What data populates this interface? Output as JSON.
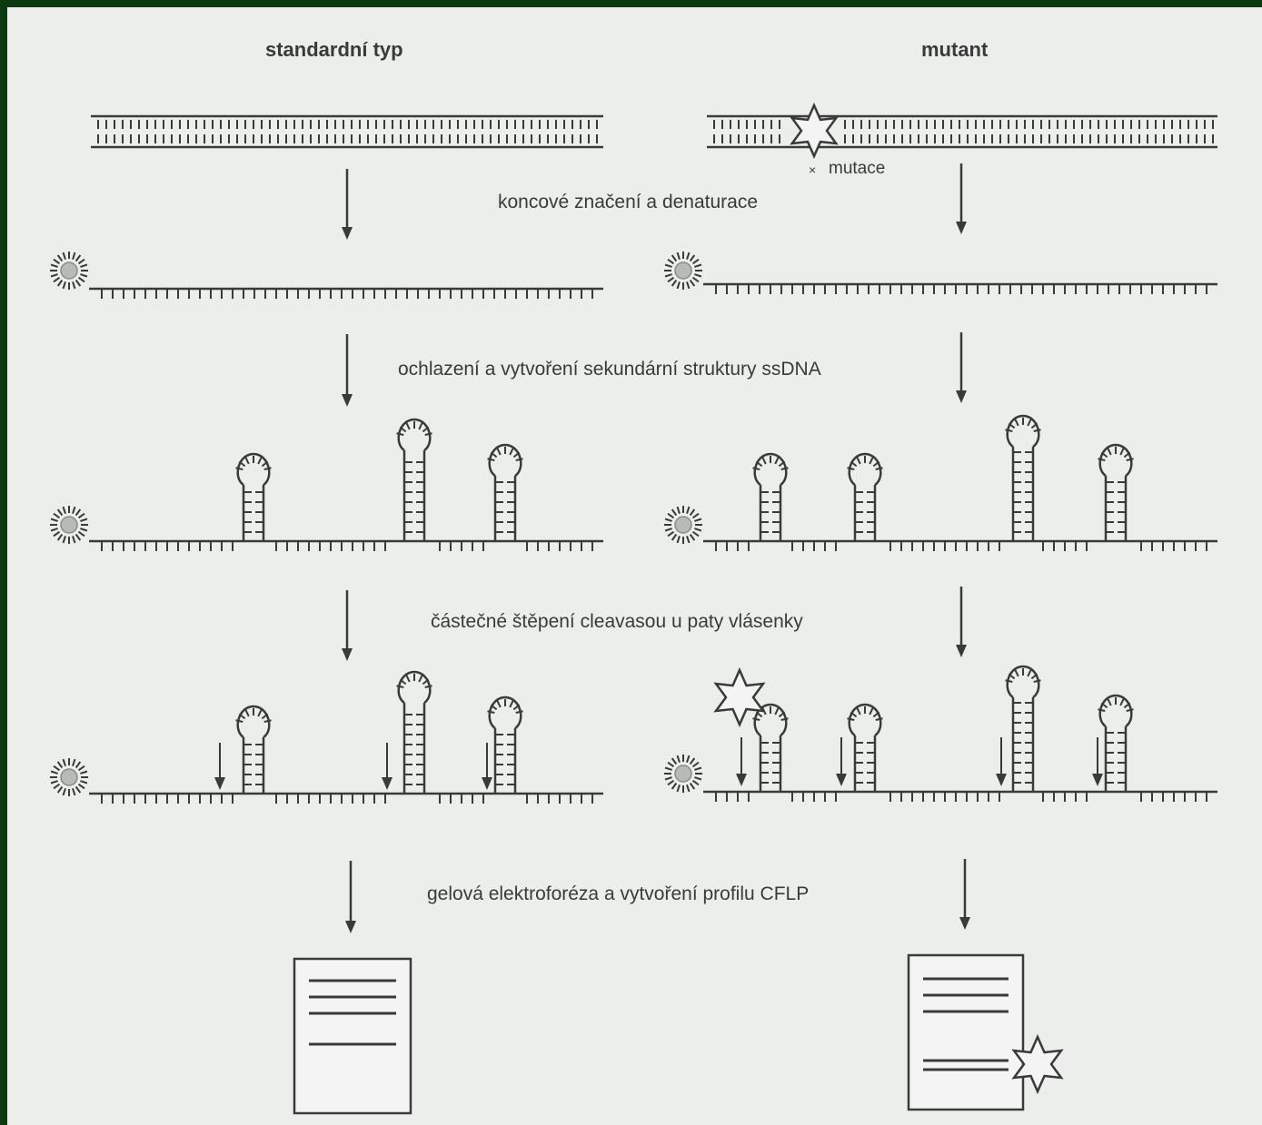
{
  "columns": {
    "wild_type": "standardní typ",
    "mutant": "mutant"
  },
  "mutation_label": "mutace",
  "steps": [
    "koncové značení a denaturace",
    "ochlazení a vytvoření sekundární struktury ssDNA",
    "částečné štěpení cleavasou u paty vlásenky",
    "gelová elektroforéza a vytvoření profilu CFLP"
  ],
  "colors": {
    "background": "#0c3a10",
    "paper": "#eceeec",
    "ink": "#3a3a3a"
  }
}
